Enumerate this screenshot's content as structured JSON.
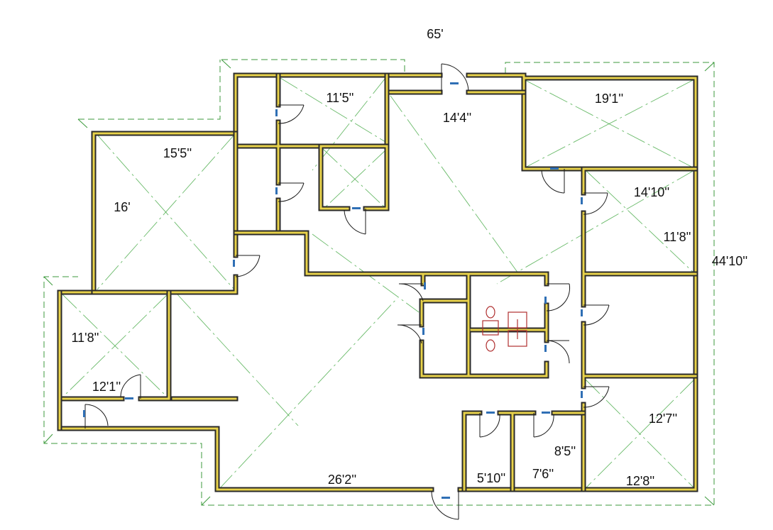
{
  "overall_width": "65'",
  "overall_depth": "44'10''",
  "rooms": [
    {
      "id": "office-nw",
      "dim": "11'5''"
    },
    {
      "id": "open-area-north",
      "dim": "14'4''"
    },
    {
      "id": "office-ne",
      "dim": "19'1''"
    },
    {
      "id": "conference-width",
      "dim": "15'5''"
    },
    {
      "id": "conference-depth",
      "dim": "16'"
    },
    {
      "id": "office-east-width",
      "dim": "14'10''"
    },
    {
      "id": "office-east-depth",
      "dim": "11'8''"
    },
    {
      "id": "office-sw-depth",
      "dim": "11'8''"
    },
    {
      "id": "office-sw-width",
      "dim": "12'1''"
    },
    {
      "id": "office-se",
      "dim": "12'7''"
    },
    {
      "id": "office-se-width",
      "dim": "12'8''"
    },
    {
      "id": "storage-a",
      "dim": "8'5''"
    },
    {
      "id": "storage-b",
      "dim": "7'6''"
    },
    {
      "id": "closet",
      "dim": "5'10''"
    },
    {
      "id": "open-area-south",
      "dim": "26'2''"
    }
  ],
  "colors": {
    "wall": "#2a2a2a",
    "wall_core": "#e8d24a",
    "dimension_line": "#3c9a3c",
    "door_tag": "#2f6fb5",
    "fixture": "#b03030"
  }
}
